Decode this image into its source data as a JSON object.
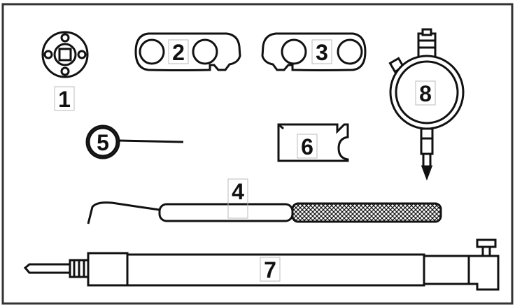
{
  "tool_labels": {
    "t1": "1",
    "t2": "2",
    "t3": "3",
    "t4": "4",
    "t5": "5",
    "t6": "6",
    "t7": "7",
    "t8": "8"
  },
  "colors": {
    "ink": "#111111",
    "paper": "#ffffff",
    "border": "#333333"
  }
}
